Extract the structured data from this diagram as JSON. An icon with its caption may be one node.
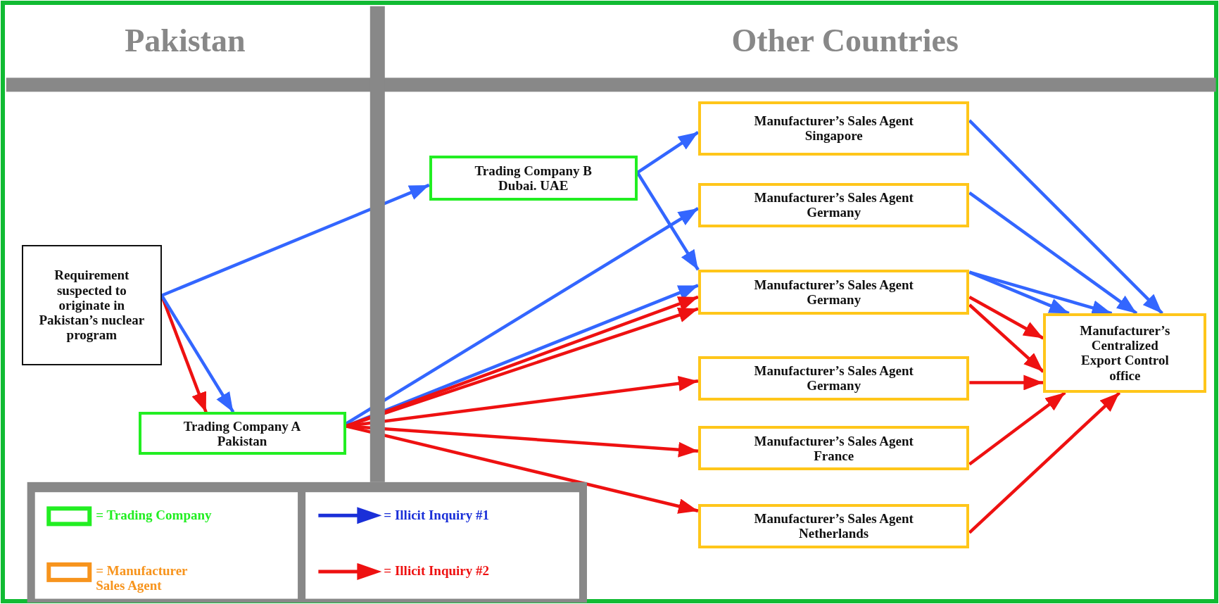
{
  "diagram": {
    "nodes": [
      {
        "text": [
          "Requirement suspected to originate in Pakistan’s nuclear program"
        ]
      },
      {
        "text": [
          "Trading Company B Dubai. UAE"
        ]
      },
      {
        "text": [
          "Trading Company A Pakistan"
        ]
      },
      {
        "text": [
          "Manufacturer’s Sales Agent Singapore"
        ]
      },
      {
        "text": [
          "Manufacturer’s Sales Agent Germany"
        ]
      },
      {
        "text": [
          "Manufacturer’s Sales Agent Germany"
        ]
      },
      {
        "text": [
          "Manufacturer’s Sales Agent Germany"
        ]
      },
      {
        "text": [
          "Manufacturer’s Sales Agent France"
        ]
      },
      {
        "text": [
          "Manufacturer’s Sales Agent Netherlands"
        ]
      },
      {
        "text": [
          "Manufacturer’s Centralized Export Control office"
        ]
      }
    ],
    "edges": [
      {
        "from": 0,
        "to": 1,
        "arrow": "to",
        "color": "#3366ff"
      },
      {
        "from": 0,
        "to": 2,
        "arrow": "to",
        "color": "#ee1111"
      },
      {
        "from": 0,
        "to": 2,
        "arrow": "to",
        "color": "#3366ff"
      },
      {
        "from": 1,
        "to": 3,
        "arrow": "to",
        "color": "#3366ff"
      },
      {
        "from": 1,
        "to": 5,
        "arrow": "to",
        "color": "#3366ff"
      },
      {
        "from": 2,
        "to": 4,
        "arrow": "to",
        "color": "#3366ff"
      },
      {
        "from": 2,
        "to": 5,
        "arrow": "to",
        "color": "#3366ff"
      },
      {
        "from": 2,
        "to": 5,
        "arrow": "to",
        "color": "#ee1111"
      },
      {
        "from": 2,
        "to": 5,
        "arrow": "to",
        "color": "#ee1111"
      },
      {
        "from": 2,
        "to": 6,
        "arrow": "to",
        "color": "#ee1111"
      },
      {
        "from": 2,
        "to": 7,
        "arrow": "to",
        "color": "#ee1111"
      },
      {
        "from": 2,
        "to": 8,
        "arrow": "to",
        "color": "#ee1111"
      },
      {
        "from": 3,
        "to": 9,
        "arrow": "to",
        "color": "#3366ff"
      },
      {
        "from": 4,
        "to": 9,
        "arrow": "to",
        "color": "#3366ff"
      },
      {
        "from": 5,
        "to": 9,
        "arrow": "to",
        "color": "#3366ff"
      },
      {
        "from": 5,
        "to": 9,
        "arrow": "to",
        "color": "#3366ff"
      },
      {
        "from": 5,
        "to": 9,
        "arrow": "to",
        "color": "#ee1111"
      },
      {
        "from": 5,
        "to": 9,
        "arrow": "to",
        "color": "#ee1111"
      },
      {
        "from": 6,
        "to": 9,
        "arrow": "to",
        "color": "#ee1111"
      },
      {
        "from": 7,
        "to": 9,
        "arrow": "to",
        "color": "#ee1111"
      },
      {
        "from": 8,
        "to": 9,
        "arrow": "to",
        "color": "#ee1111"
      }
    ],
    "labels": [
      "Pakistan",
      "Other Countries"
    ],
    "legend": [
      {
        "text": "= Trading Company",
        "color": "#22ee22"
      },
      {
        "text": "= Illicit Inquiry #1",
        "color": "#1a2fd8"
      },
      {
        "text": "= Manufacturer Sales Agent",
        "color": "#f7941d"
      },
      {
        "text": "= Illicit Inquiry #2",
        "color": "#ee1111"
      }
    ]
  }
}
